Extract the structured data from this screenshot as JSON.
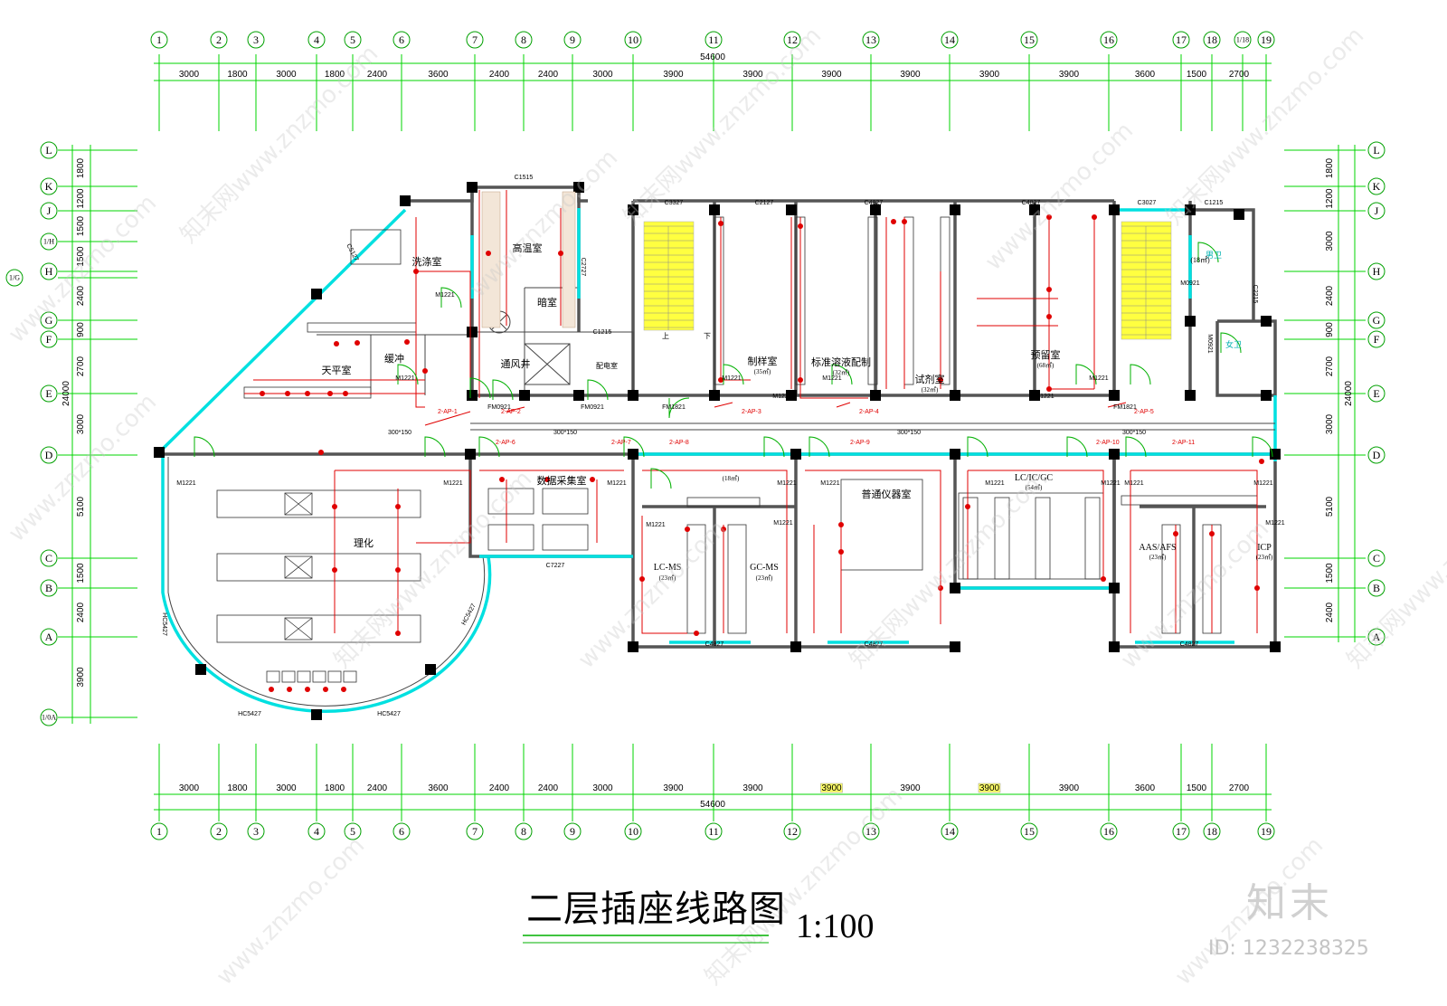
{
  "drawing": {
    "title": "二层插座线路图",
    "scale": "1:100"
  },
  "grid": {
    "columns": [
      "1",
      "2",
      "3",
      "4",
      "5",
      "6",
      "7",
      "8",
      "9",
      "10",
      "11",
      "12",
      "13",
      "14",
      "15",
      "16",
      "17",
      "18",
      "1/18",
      "19"
    ],
    "bottom_columns": [
      "1",
      "2",
      "3",
      "4",
      "5",
      "6",
      "7",
      "8",
      "9",
      "10",
      "11",
      "12",
      "13",
      "14",
      "15",
      "16",
      "17",
      "18",
      "19"
    ],
    "rows": [
      "L",
      "K",
      "J",
      "1/H",
      "H",
      "1/G",
      "G",
      "F",
      "E",
      "D",
      "C",
      "B",
      "A",
      "1/0A"
    ],
    "right_rows": [
      "L",
      "K",
      "J",
      "H",
      "G",
      "F",
      "E",
      "D",
      "C",
      "B",
      "A"
    ]
  },
  "dimensions": {
    "top_segments": [
      "3000",
      "1800",
      "3000",
      "1800",
      "2400",
      "3600",
      "2400",
      "2400",
      "3000",
      "3900",
      "3900",
      "3900",
      "3900",
      "3900",
      "3900",
      "3600",
      "1500",
      "2700"
    ],
    "top_total": "54600",
    "bottom_segments": [
      "3000",
      "1800",
      "3000",
      "1800",
      "2400",
      "3600",
      "2400",
      "2400",
      "3000",
      "3900",
      "3900",
      "3900",
      "3900",
      "3900",
      "3900",
      "3600",
      "1500",
      "2700"
    ],
    "bottom_highlight": [
      "3900",
      "3900"
    ],
    "bottom_total": "54600",
    "left_segments": [
      "1800",
      "1200",
      "1500",
      "1500",
      "2400",
      "900",
      "2700",
      "3000",
      "5100",
      "1500",
      "2400",
      "3900"
    ],
    "left_total": "24000",
    "right_segments": [
      "1800",
      "1200",
      "3000",
      "2400",
      "900",
      "2700",
      "3000",
      "5100",
      "1500",
      "2400"
    ],
    "right_total": "24000",
    "corridor_width": "300*150"
  },
  "rooms": {
    "wash": "洗涤室",
    "high_temp": "高温室",
    "dark": "暗室",
    "buffer": "缓冲",
    "balance": "天平室",
    "vent_shaft": "通风井",
    "power_room": "配电室",
    "sample_prep": "制样室",
    "sample_prep_area": "(35㎡)",
    "std_solution": "标准溶液配制",
    "std_solution_area": "(32㎡)",
    "reagent": "试剂室",
    "reagent_area": "(32㎡)",
    "retention": "预留室",
    "retention_area": "(68㎡)",
    "male_wc": "男卫",
    "female_wc": "女卫",
    "physchem": "理化",
    "data_room": "数据采集室",
    "lcms": "LC-MS",
    "lcms_area": "(23㎡)",
    "gcms": "GC-MS",
    "gcms_area": "(23㎡)",
    "small_area": "(18㎡)",
    "general_instr": "普通仪器室",
    "lcicgc": "LC/IC/GC",
    "lcicgc_area": "(54㎡)",
    "aas": "AAS/AFS",
    "aas_area": "(23㎡)",
    "icp": "ICP",
    "icp_area": "(23㎡)",
    "stair_up": "上",
    "stair_down": "下"
  },
  "tags": {
    "windows": [
      "C1515",
      "C2727",
      "C3327",
      "C2127",
      "C4827",
      "C4827",
      "C3027",
      "C1215",
      "C2215",
      "C5127",
      "C7227",
      "C4827",
      "C4827",
      "C4827",
      "HC5427",
      "HC5427",
      "HC5427",
      "HC5427",
      "C1215"
    ],
    "doors": [
      "M1221",
      "M1221",
      "M1221",
      "M0921",
      "M0921",
      "FM0921",
      "FM0921",
      "FM1821",
      "FM1821",
      "M1221",
      "M1221",
      "M1221",
      "M1221",
      "M1221",
      "M1221",
      "M1221",
      "M1221",
      "M1221",
      "M1221",
      "M1221",
      "M1221",
      "M1221",
      "M1221",
      "M1221",
      "M1221"
    ]
  },
  "circuits": [
    "2-AP-1",
    "2-AP-2",
    "2-AP-3",
    "2-AP-4",
    "2-AP-5",
    "2-AP-6",
    "2-AP-7",
    "2-AP-8",
    "2-AP-9",
    "2-AP-10",
    "2-AP-11"
  ],
  "watermarks": {
    "site": "www.znzmo.com",
    "site_cn": "知末网",
    "logo": "知末",
    "image_id": "ID: 1232238325"
  }
}
